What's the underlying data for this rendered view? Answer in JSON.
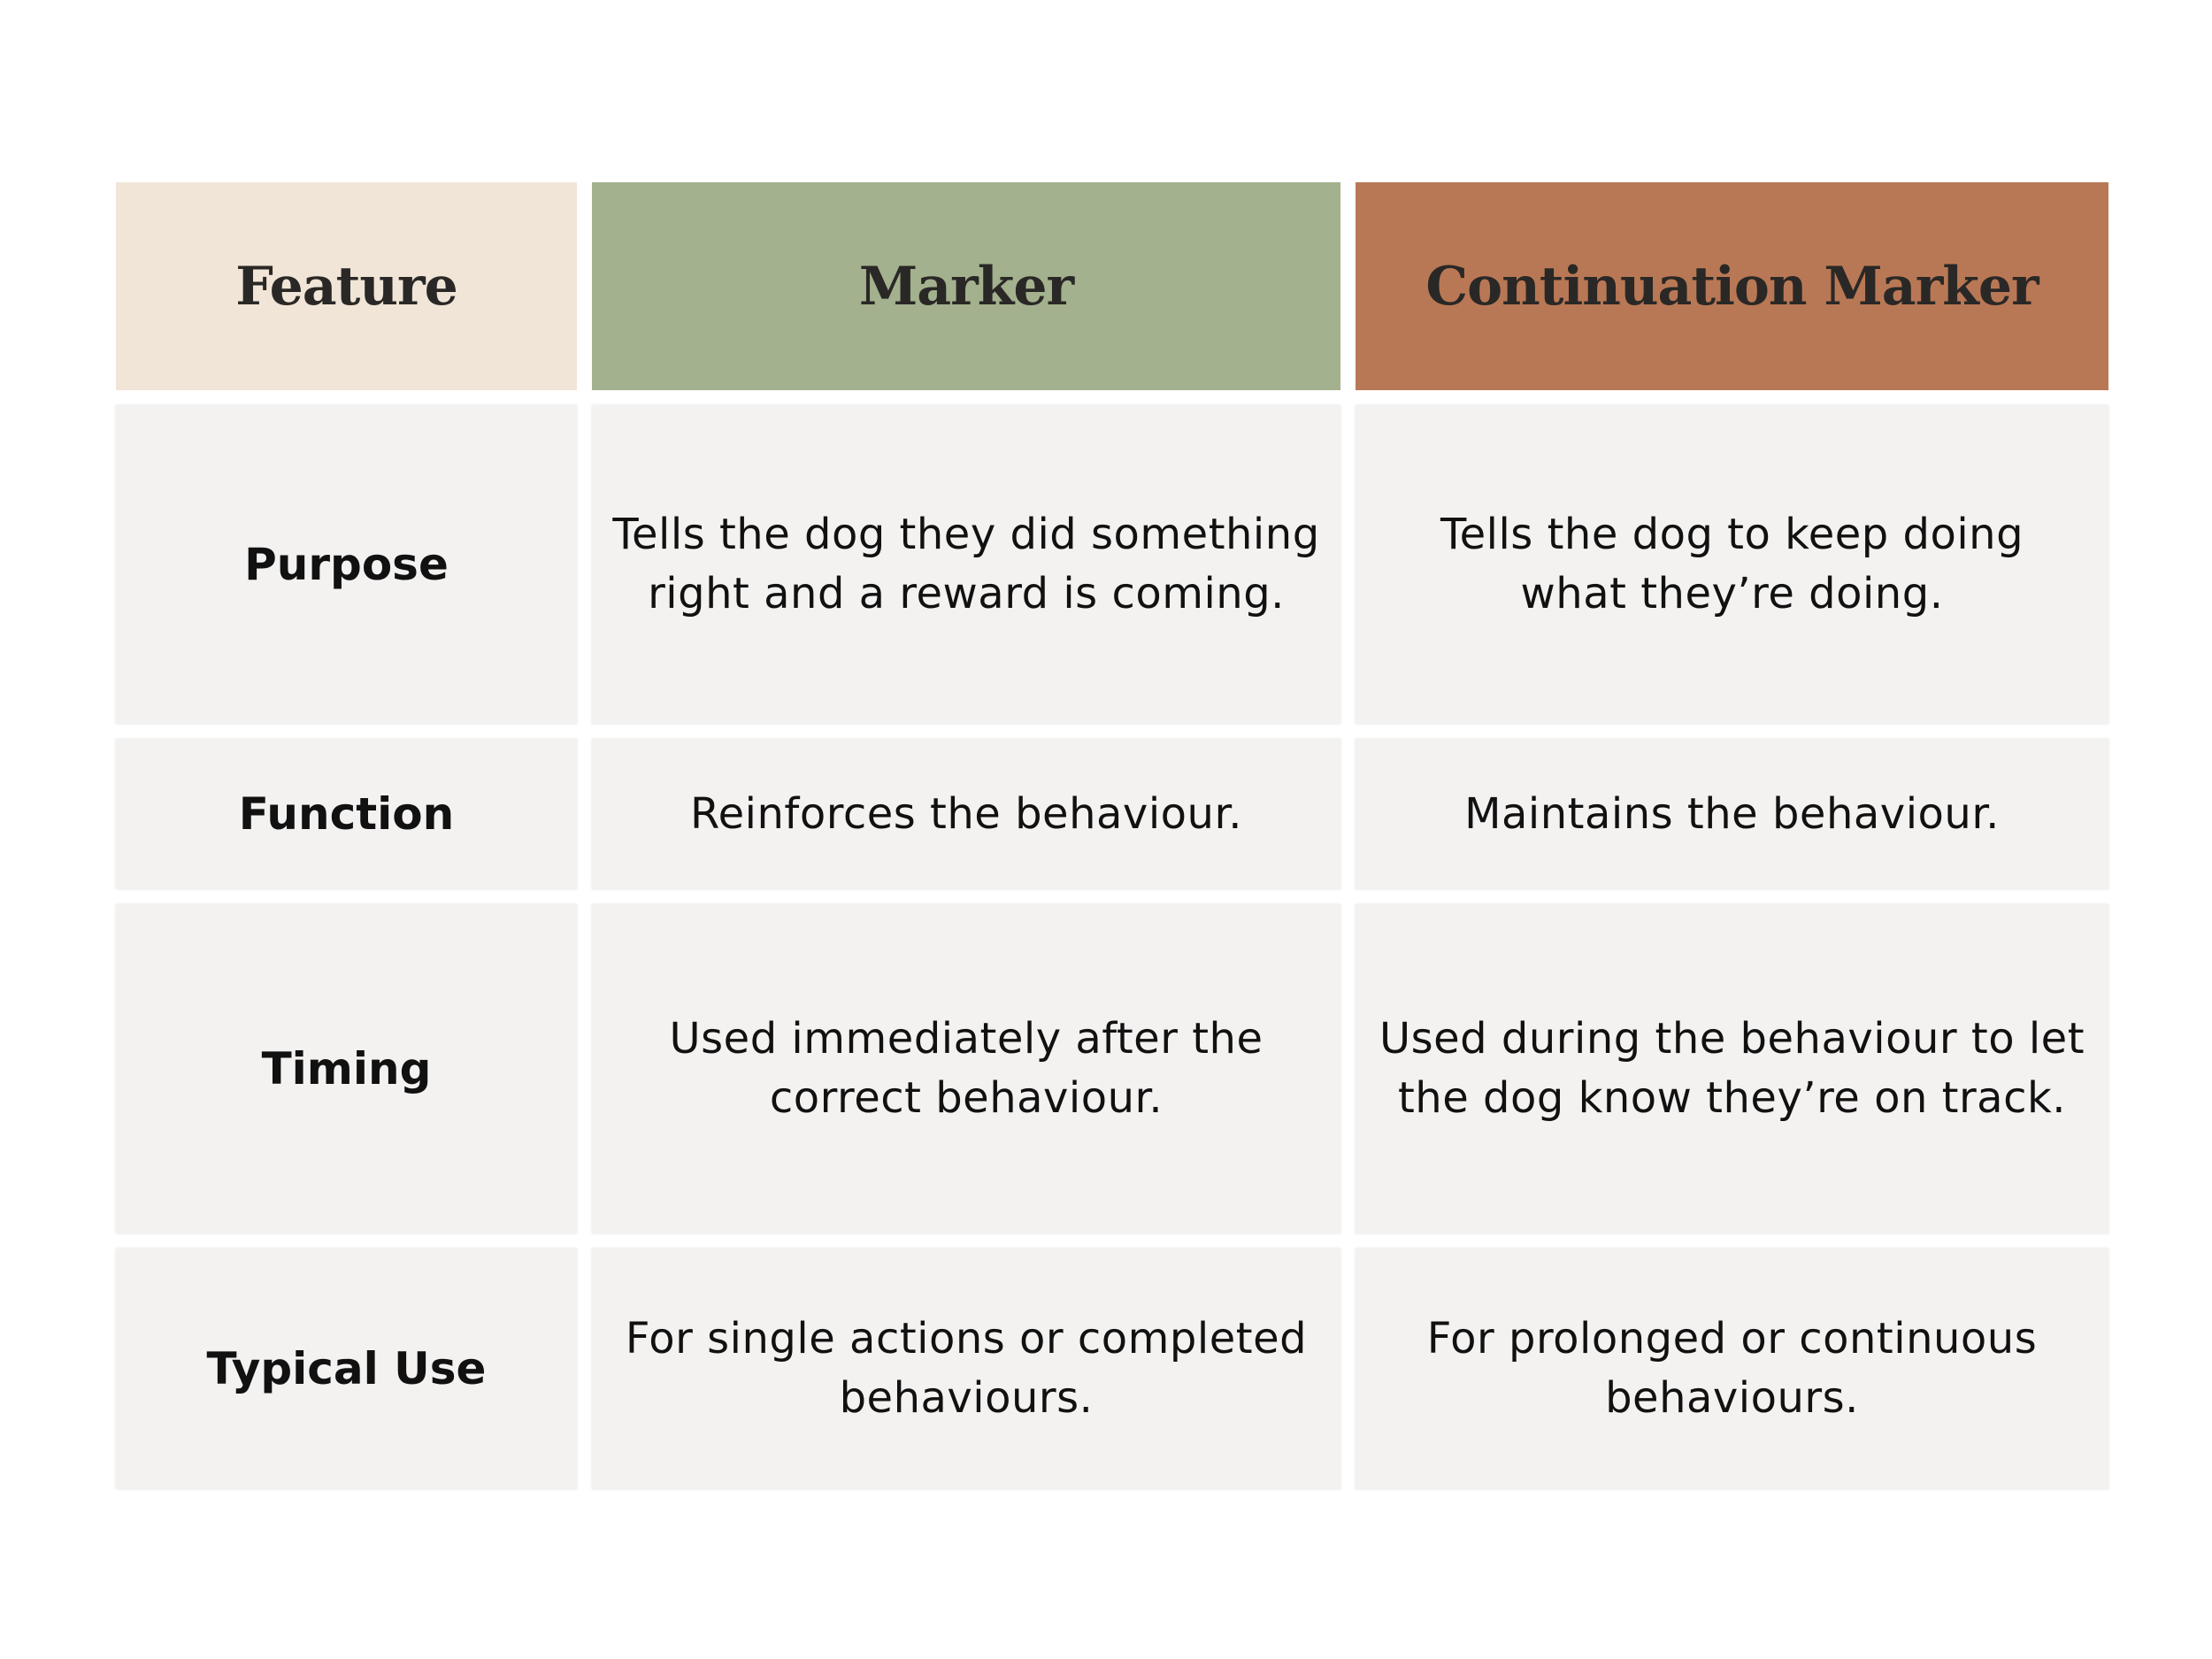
{
  "headers": {
    "feature": "Feature",
    "marker": "Marker",
    "continuation": "Continuation Marker"
  },
  "rows": [
    {
      "feature": "Purpose",
      "marker": "Tells the dog they did something right and a reward is coming.",
      "continuation": "Tells the dog to keep doing what they’re doing."
    },
    {
      "feature": "Function",
      "marker": "Reinforces the behaviour.",
      "continuation": "Maintains the behaviour."
    },
    {
      "feature": "Timing",
      "marker": "Used immediately after the correct behaviour.",
      "continuation": "Used during the behaviour to let the dog know they’re on track."
    },
    {
      "feature": "Typical Use",
      "marker": "For single actions or completed behaviours.",
      "continuation": "For prolonged or continuous behaviours."
    }
  ],
  "colors": {
    "feature_header": "#f0e5d7",
    "marker_header": "#a3b18e",
    "continuation_header": "#b97855",
    "cell_background": "#f4f2f1"
  }
}
